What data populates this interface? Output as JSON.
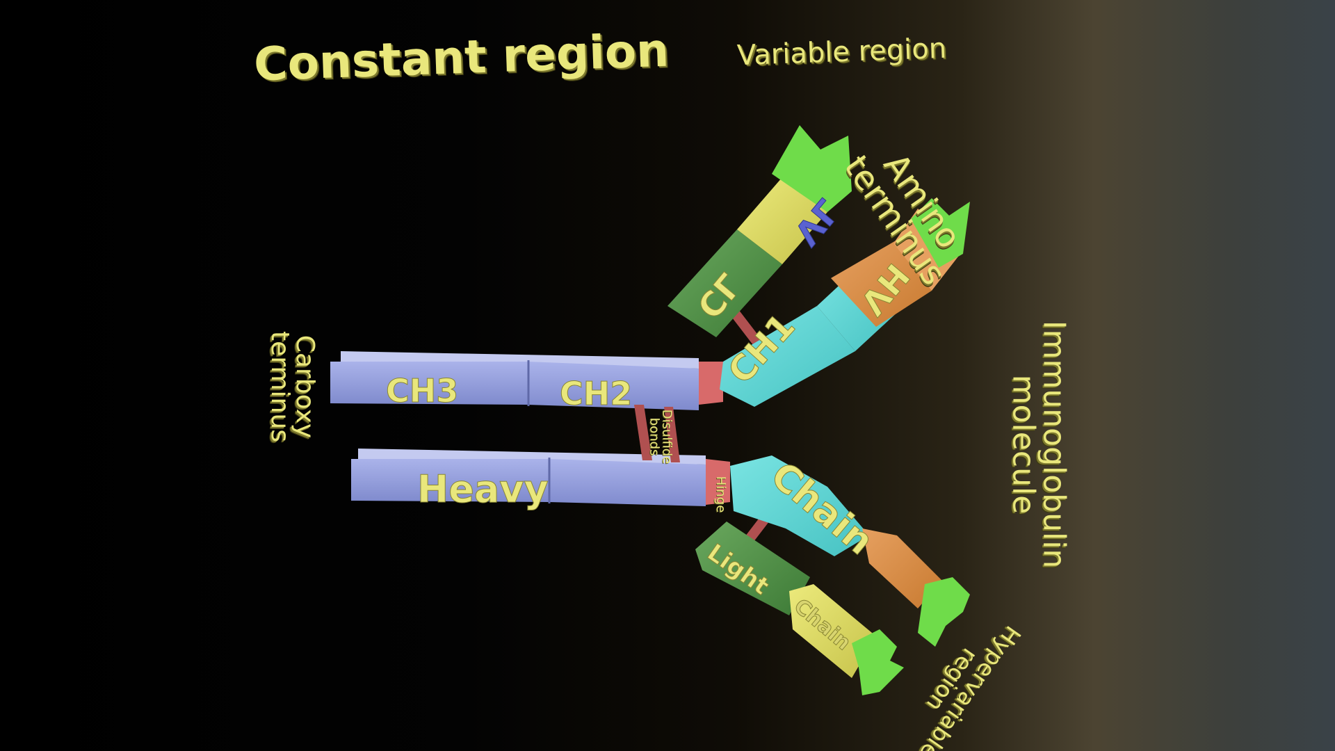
{
  "heading": {
    "constant_region": "Constant region",
    "variable_region": "Variable region"
  },
  "labels": {
    "amino_terminus": [
      "Amino",
      "terminus"
    ],
    "carboxy_terminus": [
      "Carboxy",
      "terminus"
    ],
    "immunoglobulin_molecule": [
      "Immunoglobulin",
      "molecule"
    ],
    "hypervariable_region": [
      "Hypervariable",
      "region"
    ],
    "disulfide_bonds": [
      "Disulfide",
      "bonds"
    ],
    "hinge": "Hinge"
  },
  "domains": {
    "ch3": "CH3",
    "ch2": "CH2",
    "ch1": "CH1",
    "vh": "VH",
    "cl": "CL",
    "vl": "VL",
    "heavy": "Heavy",
    "chain": "Chain",
    "light": "Light",
    "light_chain": "Chain"
  },
  "colors": {
    "background": "#000000",
    "text": "#e9e77c",
    "heavy_constant": "#8c97d6",
    "hinge": "#d86a6a",
    "ch1": "#5fd6d4",
    "vh": "#d88a3c",
    "cl": "#4f8f45",
    "vl": "#dcd65a",
    "hypervariable": "#6fdc4a",
    "disulfide_bond": "#b05050"
  }
}
